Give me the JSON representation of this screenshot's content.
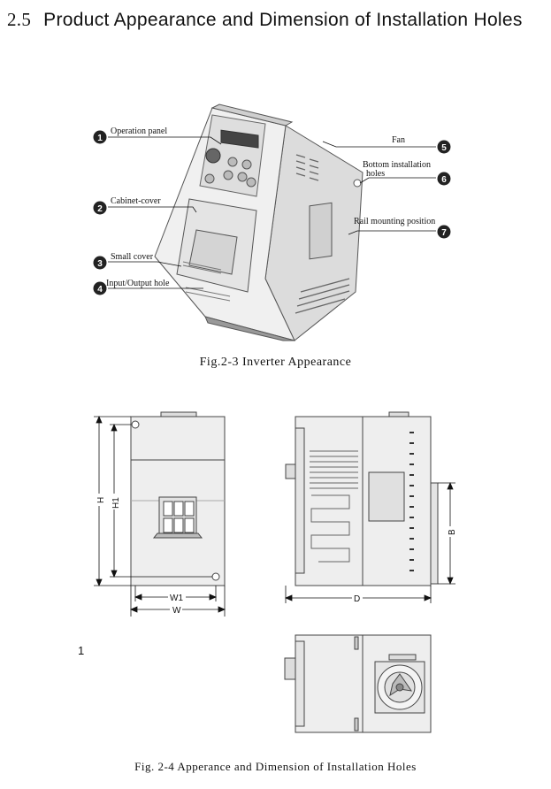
{
  "section": {
    "number": "2.5",
    "title": "Product Appearance and Dimension of Installation Holes"
  },
  "figure1": {
    "caption": "Fig.2-3 Inverter Appearance",
    "callouts": [
      {
        "num": "1",
        "label": "Operation panel"
      },
      {
        "num": "2",
        "label": "Cabinet-cover"
      },
      {
        "num": "3",
        "label": "Small cover"
      },
      {
        "num": "4",
        "label": "Input/Output hole"
      },
      {
        "num": "5",
        "label": "Fan"
      },
      {
        "num": "6",
        "label_line1": "Bottom installation",
        "label_line2": "holes"
      },
      {
        "num": "7",
        "label": "Rail mounting position"
      }
    ]
  },
  "figure2": {
    "caption": "Fig. 2-4 Apperance and Dimension of Installation Holes",
    "dimensions": {
      "H": "H",
      "H1": "H1",
      "W1": "W1",
      "W": "W",
      "D": "D",
      "B": "B"
    },
    "side_number": "1"
  }
}
